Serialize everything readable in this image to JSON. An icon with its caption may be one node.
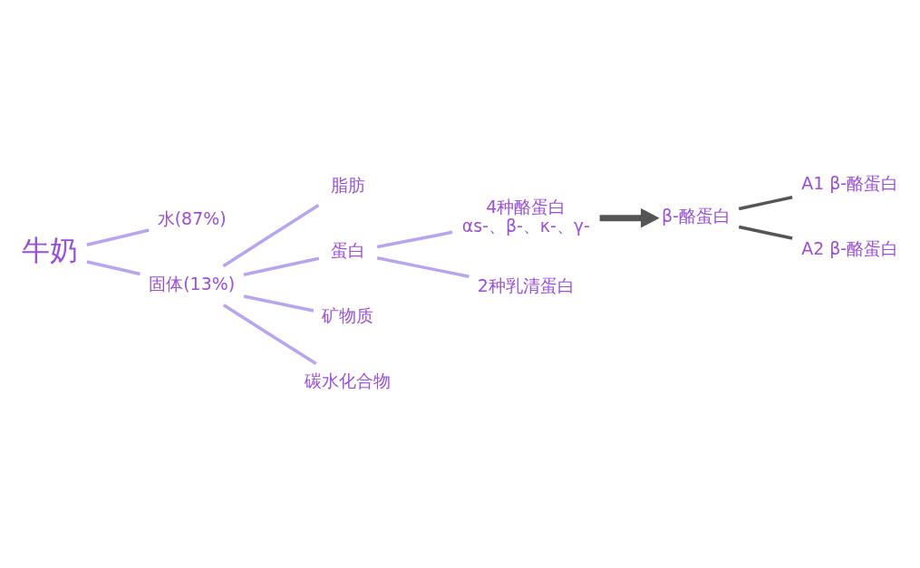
{
  "diagram": {
    "nodes": [
      {
        "text": [
          "牛奶"
        ]
      },
      {
        "text": [
          "水(87%)"
        ]
      },
      {
        "text": [
          "固体(13%)"
        ]
      },
      {
        "text": [
          "脂肪"
        ]
      },
      {
        "text": [
          "蛋白"
        ]
      },
      {
        "text": [
          "矿物质"
        ]
      },
      {
        "text": [
          "碳水化合物"
        ]
      },
      {
        "text": [
          "4种酪蛋白",
          "αs-、β-、κ-、γ-"
        ]
      },
      {
        "text": [
          "2种乳清蛋白"
        ]
      },
      {
        "text": [
          "β-酪蛋白"
        ]
      },
      {
        "text": [
          "A1 β-酪蛋白"
        ]
      },
      {
        "text": [
          "A2 β-酪蛋白"
        ]
      }
    ],
    "edges": [
      {
        "from": 0,
        "to": 1,
        "arrow": "none"
      },
      {
        "from": 0,
        "to": 2,
        "arrow": "none"
      },
      {
        "from": 2,
        "to": 3,
        "arrow": "none"
      },
      {
        "from": 2,
        "to": 4,
        "arrow": "none"
      },
      {
        "from": 2,
        "to": 5,
        "arrow": "none"
      },
      {
        "from": 2,
        "to": 6,
        "arrow": "none"
      },
      {
        "from": 4,
        "to": 7,
        "arrow": "none"
      },
      {
        "from": 4,
        "to": 8,
        "arrow": "none"
      },
      {
        "from": 7,
        "to": 9,
        "arrow": "to",
        "style": "thick",
        "color": "#555555"
      },
      {
        "from": 9,
        "to": 10,
        "arrow": "none",
        "color": "#555555"
      },
      {
        "from": 9,
        "to": 11,
        "arrow": "none",
        "color": "#555555"
      }
    ]
  }
}
